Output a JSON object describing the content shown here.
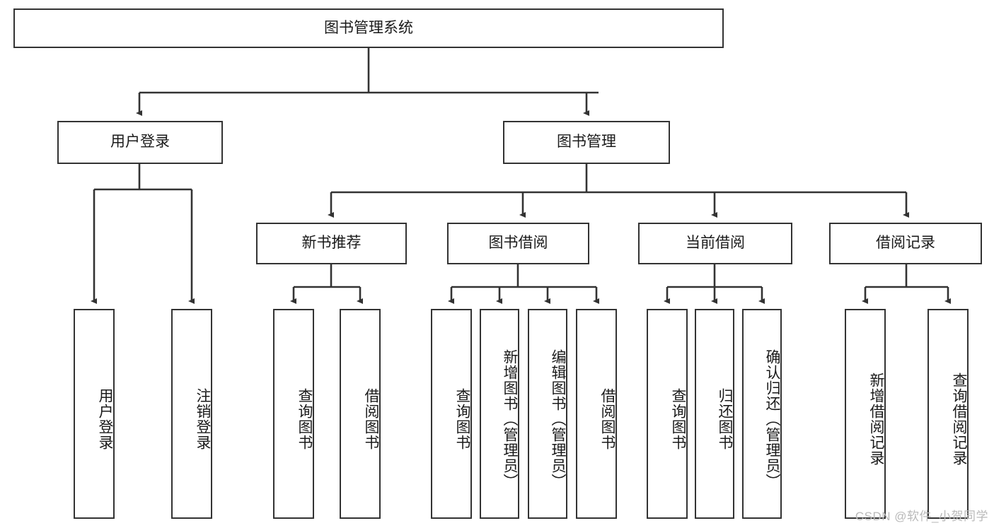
{
  "diagram": {
    "title": "图书管理系统",
    "type": "tree-hierarchy-chart",
    "levels": {
      "root": "图书管理系统",
      "level1": [
        "用户登录",
        "图书管理"
      ],
      "level2": [
        "新书推荐",
        "图书借阅",
        "当前借阅",
        "借阅记录"
      ]
    },
    "nodes": {
      "root": {
        "label": "图书管理系统"
      },
      "user_login": {
        "label": "用户登录"
      },
      "book_manage": {
        "label": "图书管理"
      },
      "new_book_rec": {
        "label": "新书推荐"
      },
      "book_borrow": {
        "label": "图书借阅"
      },
      "current_borrow": {
        "label": "当前借阅"
      },
      "borrow_record": {
        "label": "借阅记录"
      },
      "leaf_user_login": {
        "label": "用户登录"
      },
      "leaf_user_logout": {
        "label": "注销登录"
      },
      "leaf_query_book_1": {
        "label": "查询图书"
      },
      "leaf_borrow_book_1": {
        "label": "借阅图书"
      },
      "leaf_query_book_2": {
        "label": "查询图书"
      },
      "leaf_add_book": {
        "label": "新增图书（管理员）"
      },
      "leaf_edit_book": {
        "label": "编辑图书（管理员）"
      },
      "leaf_borrow_book_2": {
        "label": "借阅图书"
      },
      "leaf_query_book_3": {
        "label": "查询图书"
      },
      "leaf_return_book": {
        "label": "归还图书"
      },
      "leaf_confirm_return": {
        "label": "确认归还（管理员）"
      },
      "leaf_add_record": {
        "label": "新增借阅记录"
      },
      "leaf_query_record": {
        "label": "查询借阅记录"
      }
    },
    "edges": [
      {
        "from": "root",
        "to": "user_login"
      },
      {
        "from": "root",
        "to": "book_manage"
      },
      {
        "from": "user_login",
        "to": "leaf_user_login"
      },
      {
        "from": "user_login",
        "to": "leaf_user_logout"
      },
      {
        "from": "book_manage",
        "to": "new_book_rec"
      },
      {
        "from": "book_manage",
        "to": "book_borrow"
      },
      {
        "from": "book_manage",
        "to": "current_borrow"
      },
      {
        "from": "book_manage",
        "to": "borrow_record"
      },
      {
        "from": "new_book_rec",
        "to": "leaf_query_book_1"
      },
      {
        "from": "new_book_rec",
        "to": "leaf_borrow_book_1"
      },
      {
        "from": "book_borrow",
        "to": "leaf_query_book_2"
      },
      {
        "from": "book_borrow",
        "to": "leaf_add_book"
      },
      {
        "from": "book_borrow",
        "to": "leaf_edit_book"
      },
      {
        "from": "book_borrow",
        "to": "leaf_borrow_book_2"
      },
      {
        "from": "current_borrow",
        "to": "leaf_query_book_3"
      },
      {
        "from": "current_borrow",
        "to": "leaf_return_book"
      },
      {
        "from": "current_borrow",
        "to": "leaf_confirm_return"
      },
      {
        "from": "borrow_record",
        "to": "leaf_add_record"
      },
      {
        "from": "borrow_record",
        "to": "leaf_query_record"
      }
    ],
    "colors": {
      "box_border": "#333333",
      "box_fill": "#ffffff",
      "edge": "#333333",
      "text": "#1a1a1a",
      "watermark": "#b9b9b9"
    }
  },
  "watermark": {
    "text": "CSDN @软件_小贺同学"
  }
}
